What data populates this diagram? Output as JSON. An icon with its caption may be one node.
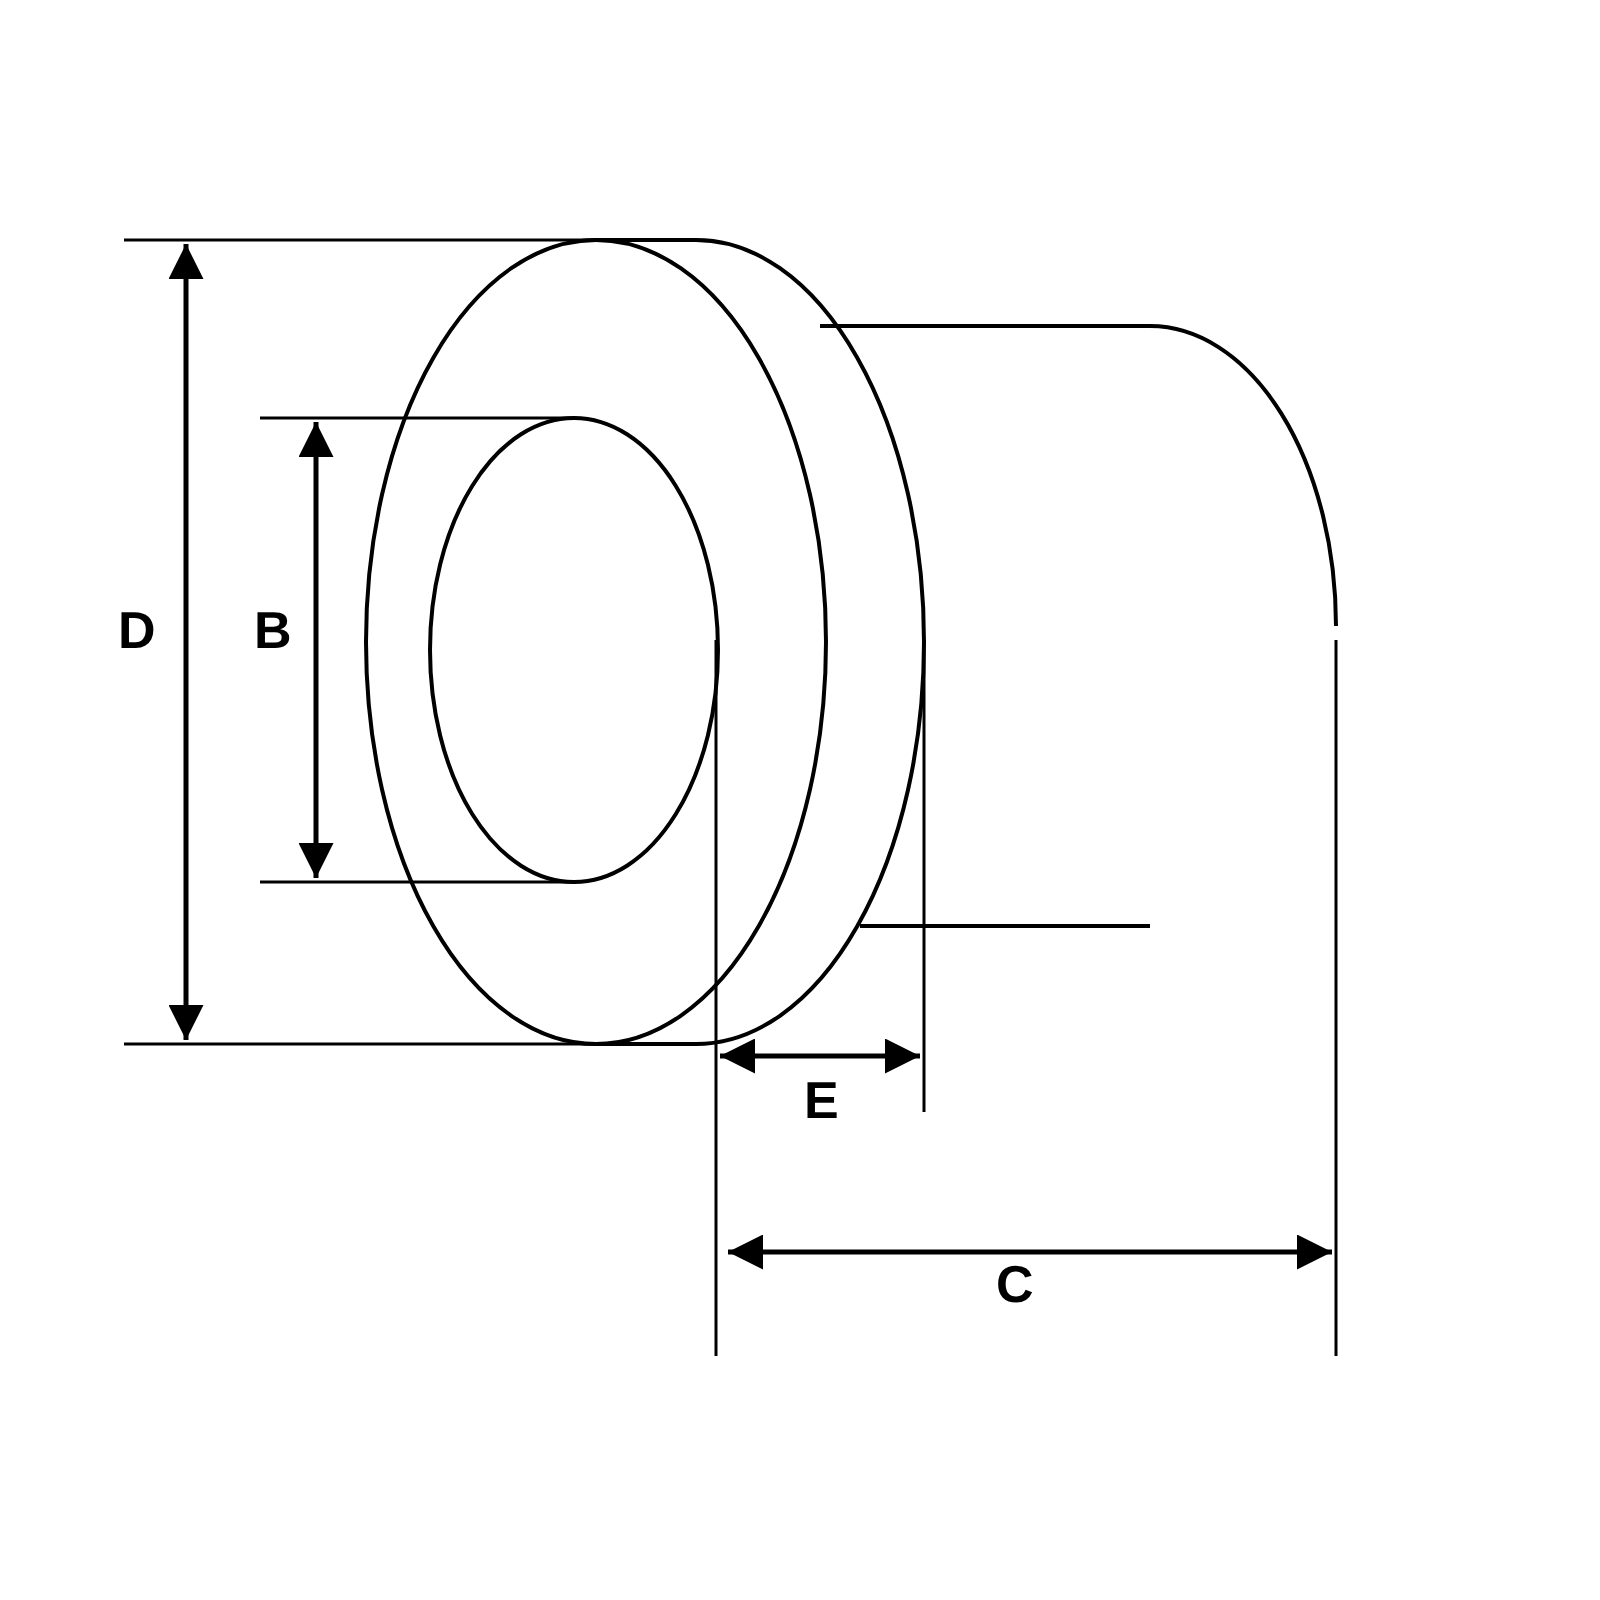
{
  "diagram": {
    "labels": [
      "D",
      "B",
      "E",
      "C"
    ]
  }
}
